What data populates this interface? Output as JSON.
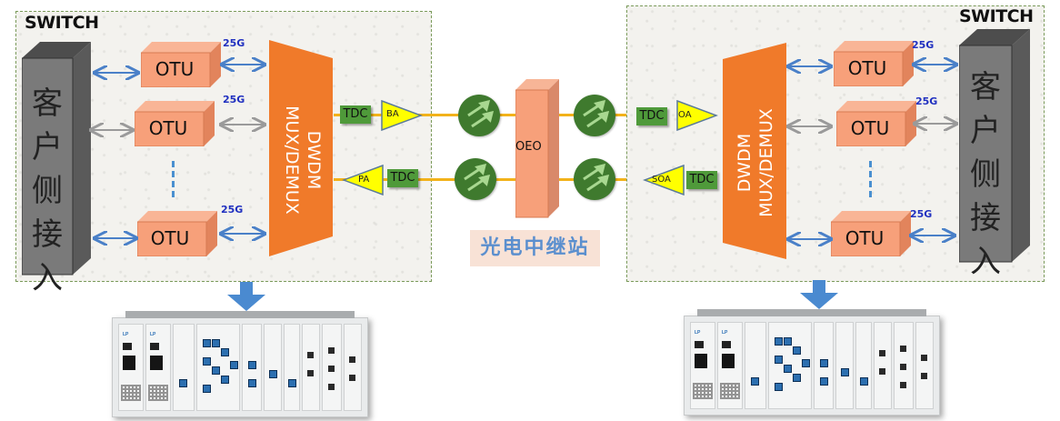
{
  "left_site": {
    "switch_label": "SWITCH",
    "client_access_label": [
      "客",
      "户",
      "侧",
      "接",
      "入"
    ],
    "otus": [
      {
        "label": "OTU",
        "rate": "25G"
      },
      {
        "label": "OTU",
        "rate": "25G"
      },
      {
        "label": "OTU",
        "rate": "25G"
      }
    ],
    "mux": {
      "line1": "DWDM",
      "line2": "MUX/DEMUX"
    },
    "tx_path": {
      "tdc": "TDC",
      "amp": "BA"
    },
    "rx_path": {
      "tdc": "TDC",
      "amp": "PA"
    }
  },
  "repeater": {
    "oeo_label": "OEO",
    "station_label": "光电中继站",
    "regenerator_icon": "signal-regenerator-icon"
  },
  "right_site": {
    "switch_label": "SWITCH",
    "client_access_label": [
      "客",
      "户",
      "侧",
      "接",
      "入"
    ],
    "otus": [
      {
        "label": "OTU",
        "rate": "25G"
      },
      {
        "label": "OTU",
        "rate": "25G"
      },
      {
        "label": "OTU",
        "rate": "25G"
      }
    ],
    "mux": {
      "line1": "DWDM",
      "line2": "MUX/DEMUX"
    },
    "rx_path": {
      "tdc": "TDC",
      "amp": "OA"
    },
    "tx_path": {
      "tdc": "TDC",
      "amp": "SOA"
    }
  },
  "colors": {
    "otu_fill": "#f7a07a",
    "mux_fill": "#f07a2a",
    "tdc_fill": "#4f9a3a",
    "amp_fill": "#ffff00",
    "fiber": "#f2b21a",
    "regen_fill": "#3f7a2e",
    "arrow_blue": "#4a80c8",
    "arrow_gray": "#9a9a9a",
    "tower_fill": "#6e6e6e"
  }
}
